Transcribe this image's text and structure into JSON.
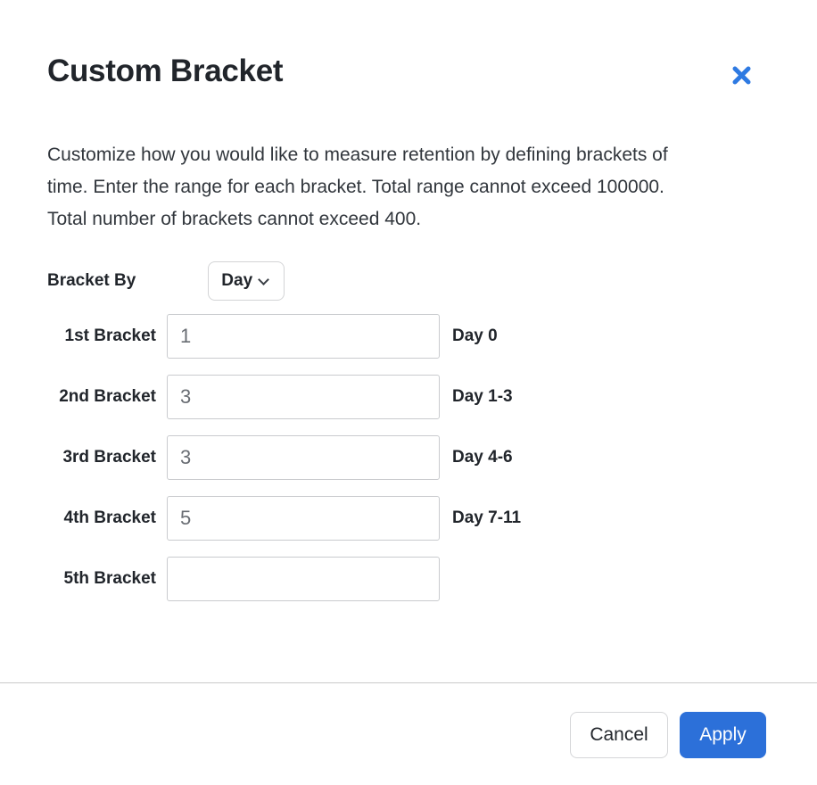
{
  "modal": {
    "title": "Custom Bracket",
    "description": "Customize how you would like to measure retention by defining brackets of time. Enter the range for each bracket. Total range cannot exceed 100000. Total number of brackets cannot exceed 400.",
    "bracket_by": {
      "label": "Bracket By",
      "selected_option": "Day"
    },
    "rows": [
      {
        "label": "1st Bracket",
        "value": "1",
        "range": "Day 0"
      },
      {
        "label": "2nd Bracket",
        "value": "3",
        "range": "Day 1-3"
      },
      {
        "label": "3rd Bracket",
        "value": "3",
        "range": "Day 4-6"
      },
      {
        "label": "4th Bracket",
        "value": "5",
        "range": "Day 7-11"
      },
      {
        "label": "5th Bracket",
        "value": "",
        "range": ""
      }
    ],
    "footer": {
      "cancel_label": "Cancel",
      "apply_label": "Apply"
    },
    "colors": {
      "accent_blue": "#2c70d9",
      "close_icon_blue": "#2e7ae2",
      "divider_gray": "#c9c9c9"
    }
  }
}
